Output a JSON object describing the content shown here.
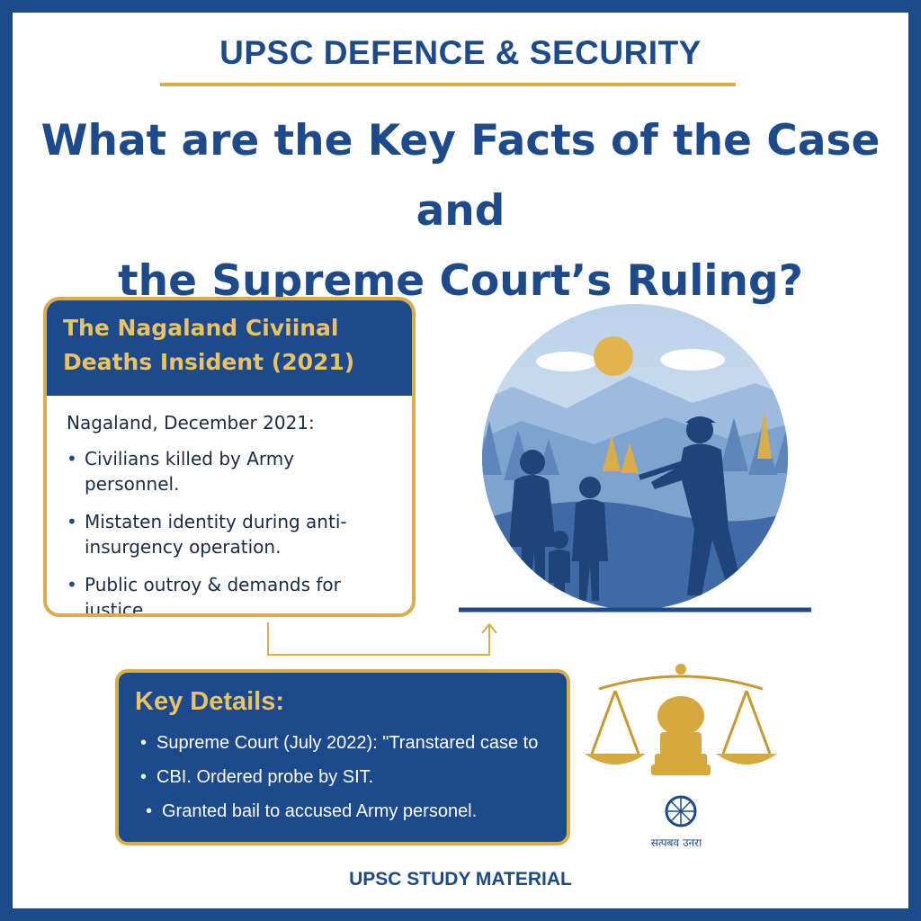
{
  "header": {
    "kicker": "UPSC DEFENCE & SECURITY",
    "title_line1": "What are the Key Facts of the Case and",
    "title_line2": "the Supreme Court’s Ruling?"
  },
  "incident_card": {
    "title_line1": "The Nagaland Civiinal",
    "title_line2": "Deaths Insident (2021)",
    "intro": "Nagaland, December 2021:",
    "bullets": [
      "Civilians killed by Army personnel.",
      "Mistaten identity during anti-insurgency operation.",
      "Public outroy & demands for justice."
    ]
  },
  "details_card": {
    "title": "Key Details:",
    "bullets": [
      "Supreme Court (July 2022): \"Transtared case to",
      "CBI. Ordered probe by SIT.",
      "Granted bail to accused Army personel."
    ]
  },
  "emblem": {
    "motto": "सत्पबव उनरा"
  },
  "footer": {
    "label": "UPSC STUDY MATERIAL"
  },
  "colors": {
    "brand_blue": "#1d4a8c",
    "gold": "#d9ad4a",
    "light_gold_text": "#e8c264"
  }
}
